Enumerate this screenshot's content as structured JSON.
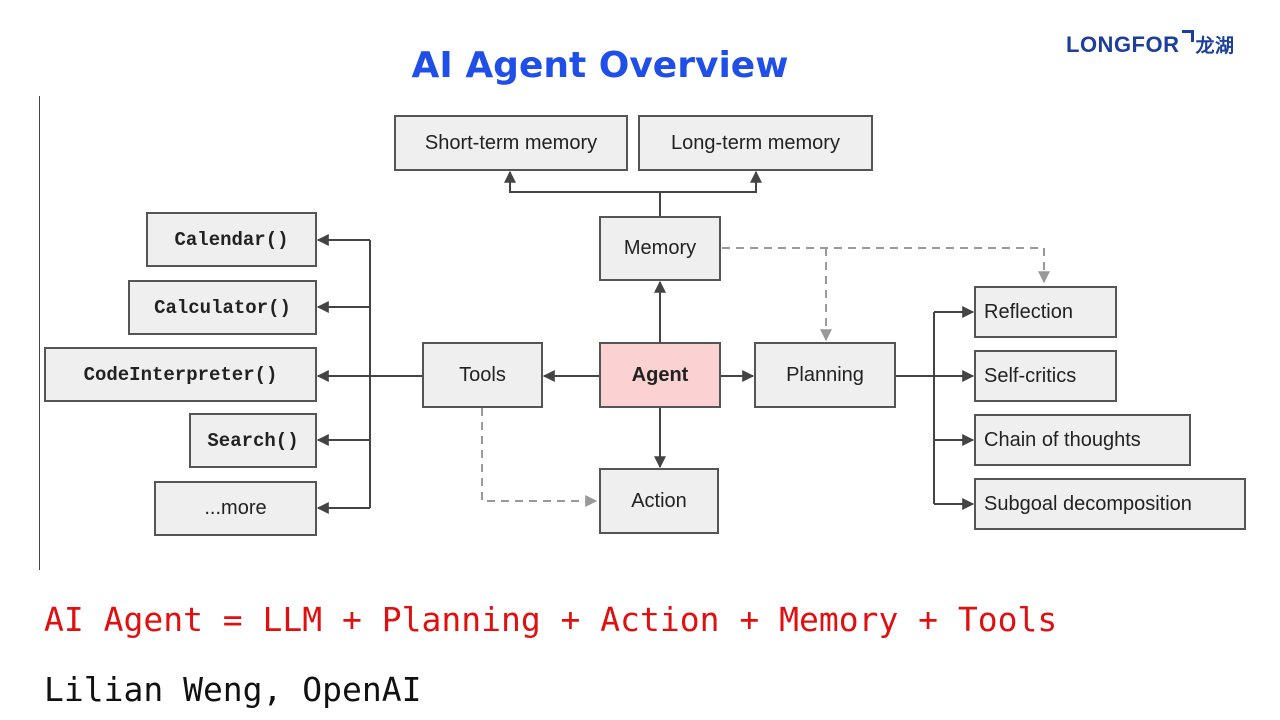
{
  "header": {
    "title": "AI Agent Overview",
    "logo_text": "LONGFOR",
    "logo_cn": "龙湖"
  },
  "diagram": {
    "nodes": {
      "short_term_memory": "Short-term memory",
      "long_term_memory": "Long-term memory",
      "memory": "Memory",
      "agent": "Agent",
      "tools": "Tools",
      "planning": "Planning",
      "action": "Action",
      "reflection": "Reflection",
      "self_critics": "Self-critics",
      "chain_of_thoughts": "Chain of thoughts",
      "subgoal_decomposition": "Subgoal decomposition",
      "calendar": "Calendar()",
      "calculator": "Calculator()",
      "code_interpreter": "CodeInterpreter()",
      "search": "Search()",
      "more": "...more"
    }
  },
  "footer": {
    "formula": "AI Agent = LLM + Planning + Action + Memory + Tools",
    "author": "Lilian Weng, OpenAI"
  },
  "colors": {
    "title": "#1f4fe8",
    "logo": "#1d3f9c",
    "formula": "#e01010",
    "agent_fill": "#fbd1d1",
    "box_fill": "#efefef"
  }
}
